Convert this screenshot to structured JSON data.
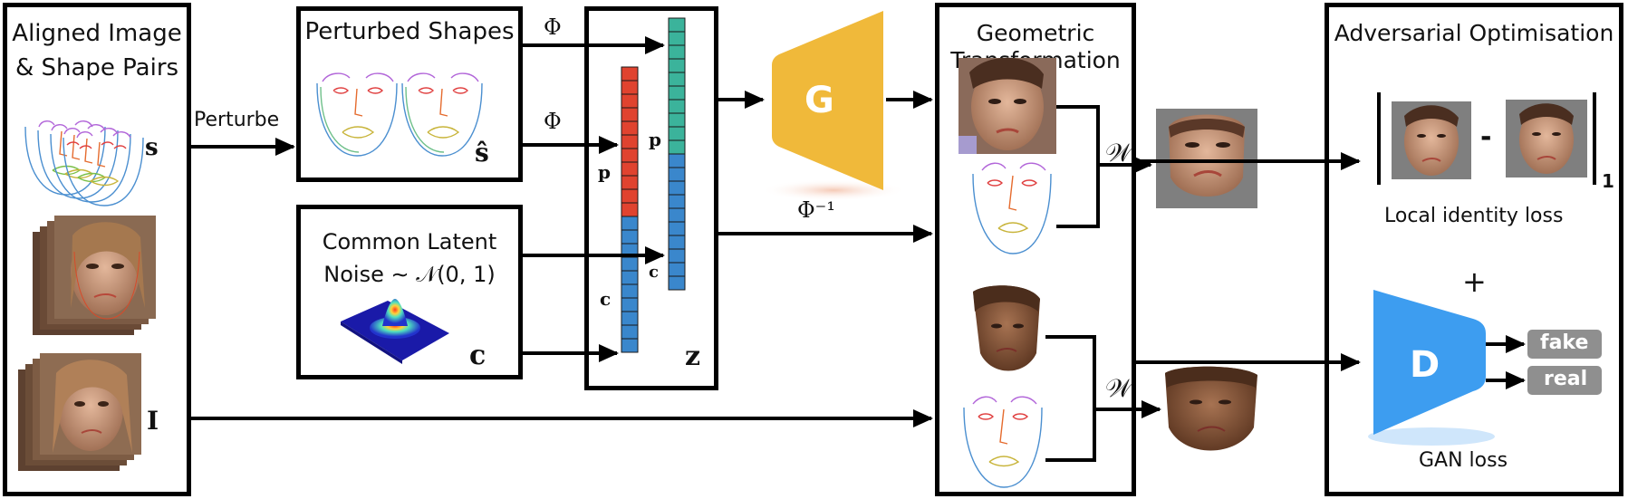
{
  "boxes": {
    "input_title": "Aligned Image\n& Shape Pairs",
    "perturbed_title": "Perturbed Shapes",
    "latent_title": "Common Latent\nNoise ∼ 𝒩(0, 1)",
    "geometric_title": "Geometric Transformation",
    "adversarial_title": "Adversarial Optimisation"
  },
  "symbols": {
    "s": "s",
    "s_hat": "ŝ",
    "I": "I",
    "c_big": "c",
    "z": "z",
    "p_red": "p",
    "c_blue": "c",
    "p_teal": "p",
    "c_small": "c",
    "phi_top": "Φ",
    "phi_mid": "Φ",
    "phi_inv": "Φ⁻¹",
    "warp_top": "𝒲",
    "warp_bottom": "𝒲"
  },
  "labels": {
    "perturbe": "Perturbe",
    "generator": "G",
    "discriminator": "D",
    "fake": "fake",
    "real": "real",
    "local_identity_loss": "Local identity loss",
    "gan_loss": "GAN loss",
    "plus": "+",
    "minus": "-",
    "norm_sub": "1"
  },
  "colors": {
    "generator": "#f0b93a",
    "discriminator": "#3d9df0",
    "red_vector": "#e0432f",
    "blue_vector": "#3a87cc",
    "teal_vector": "#3bb39b",
    "output_badge": "#8f8f8f",
    "face_skin": "#c79a7e",
    "face_dark": "#7a4e33"
  },
  "icons": [
    "landmark-stack-icon",
    "face-image-stack-icon",
    "gaussian-noise-icon",
    "face-photo-icon",
    "face-landmark-icon"
  ]
}
